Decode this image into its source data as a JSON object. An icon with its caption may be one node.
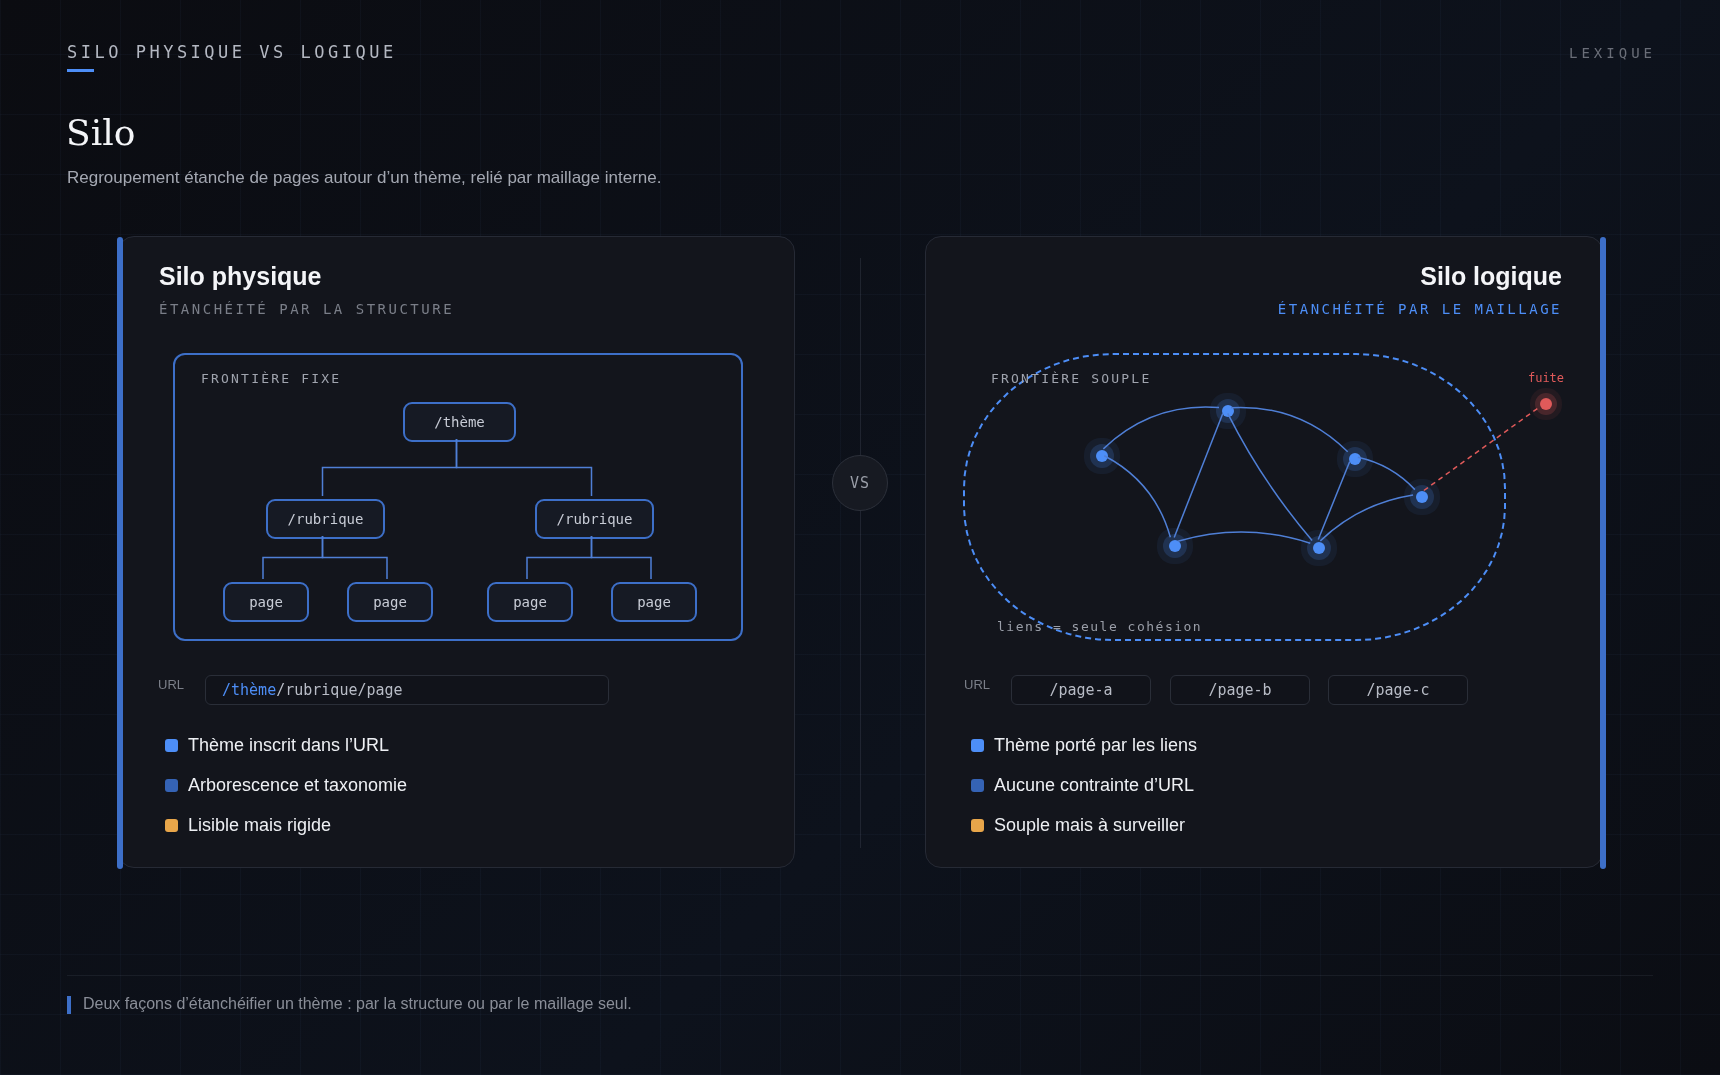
{
  "diagram": {
    "title": "Silo",
    "caption": "Deux façons d’étanchéifier un thème : par la structure ou par le maillage seul.",
    "nodes": [
      {
        "text": [
          "Silo physique",
          "ÉTANCHÉITÉ PAR LA STRUCTURE"
        ]
      },
      {
        "text": [
          "FRONTIÈRE FIXE"
        ],
        "in": 0
      },
      {
        "text": [
          "/thème"
        ],
        "in": 1
      },
      {
        "text": [
          "/rubrique"
        ],
        "in": 1
      },
      {
        "text": [
          "/rubrique"
        ],
        "in": 1
      },
      {
        "text": [
          "page"
        ],
        "in": 1
      },
      {
        "text": [
          "page"
        ],
        "in": 1
      },
      {
        "text": [
          "page"
        ],
        "in": 1
      },
      {
        "text": [
          "page"
        ],
        "in": 1
      },
      {
        "text": [
          "/thème",
          "/rubrique/page"
        ],
        "in": 0
      },
      {
        "text": [
          "Silo logique",
          "ÉTANCHÉITÉ PAR LE MAILLAGE"
        ]
      },
      {
        "text": [
          "FRONTIÈRE SOUPLE",
          "liens = seule cohésion"
        ],
        "in": 10
      },
      {
        "text": [],
        "shape": "circle",
        "in": 11
      },
      {
        "text": [],
        "shape": "circle",
        "in": 11
      },
      {
        "text": [],
        "shape": "circle",
        "in": 11
      },
      {
        "text": [],
        "shape": "circle",
        "in": 11
      },
      {
        "text": [],
        "shape": "circle",
        "in": 11
      },
      {
        "text": [],
        "shape": "circle",
        "in": 11
      },
      {
        "text": [
          "fuite"
        ],
        "in": 10
      },
      {
        "text": [
          "/page-a"
        ],
        "in": 10
      },
      {
        "text": [
          "/page-b"
        ],
        "in": 10
      },
      {
        "text": [
          "/page-c"
        ],
        "in": 10
      },
      {
        "text": [
          "VS"
        ]
      }
    ],
    "edges": [
      {
        "from": 2,
        "to": 3,
        "arrow": "none"
      },
      {
        "from": 2,
        "to": 4,
        "arrow": "none"
      },
      {
        "from": 3,
        "to": 5,
        "arrow": "none"
      },
      {
        "from": 3,
        "to": 6,
        "arrow": "none"
      },
      {
        "from": 4,
        "to": 7,
        "arrow": "none"
      },
      {
        "from": 4,
        "to": 8,
        "arrow": "none"
      },
      {
        "from": 12,
        "to": 14,
        "arrow": "none"
      },
      {
        "from": 12,
        "to": 13,
        "arrow": "none"
      },
      {
        "from": 13,
        "to": 14,
        "arrow": "none"
      },
      {
        "from": 14,
        "to": 15,
        "arrow": "none"
      },
      {
        "from": 14,
        "to": 16,
        "arrow": "none"
      },
      {
        "from": 13,
        "to": 15,
        "arrow": "none"
      },
      {
        "from": 15,
        "to": 16,
        "arrow": "none"
      },
      {
        "from": 15,
        "to": 17,
        "arrow": "none"
      },
      {
        "from": 16,
        "to": 17,
        "arrow": "none"
      },
      {
        "from": 17,
        "to": 18,
        "arrow": "none",
        "style": "dashed",
        "color": "#e05a5a"
      }
    ],
    "labels": [
      "SILO PHYSIQUE VS LOGIQUE",
      "LEXIQUE",
      "Regroupement étanche de pages autour d’un thème, relié par maillage interne.",
      "URL",
      "URL"
    ],
    "legend": [
      {
        "text": "Thème inscrit dans l’URL",
        "color": "#4d8ef7"
      },
      {
        "text": "Arborescence et taxonomie",
        "color": "#3563b5"
      },
      {
        "text": "Lisible mais rigide",
        "color": "#e8a64a"
      },
      {
        "text": "Thème porté par les liens",
        "color": "#4d8ef7"
      },
      {
        "text": "Aucune contrainte d’URL",
        "color": "#3563b5"
      },
      {
        "text": "Souple mais à surveiller",
        "color": "#e8a64a"
      }
    ]
  }
}
